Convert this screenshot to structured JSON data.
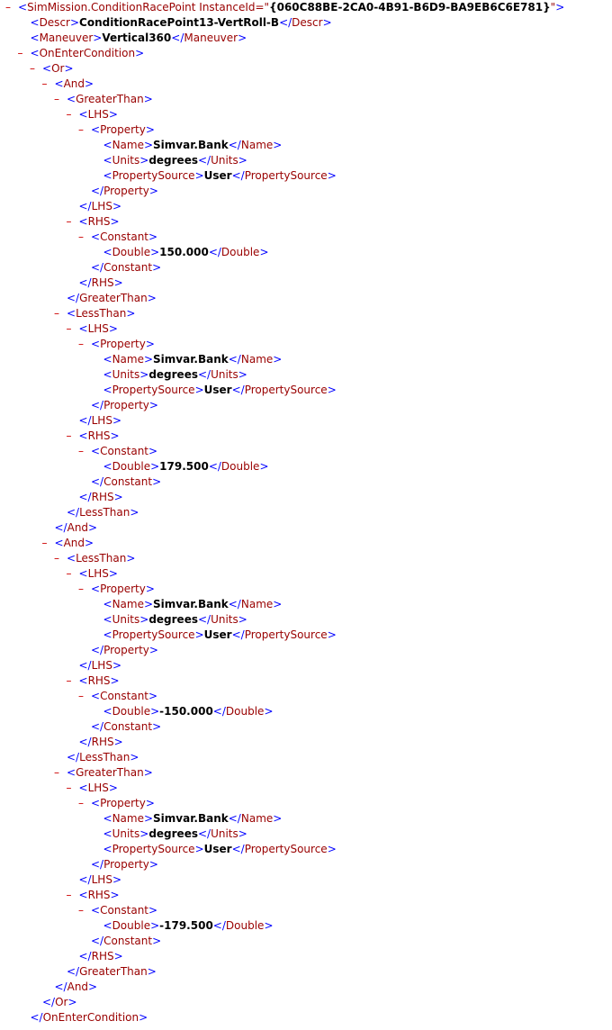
{
  "collapse_symbol": "–",
  "lines": [
    {
      "i": 0,
      "t": 1,
      "p": [
        [
          "b",
          "<"
        ],
        [
          "g",
          "SimMission.ConditionRacePoint"
        ],
        [
          "a",
          " InstanceId=\""
        ],
        [
          "v",
          "{060C88BE-2CA0-4B91-B6D9-BA9EB6C6E781}"
        ],
        [
          "a",
          "\""
        ],
        [
          "b",
          ">"
        ]
      ]
    },
    {
      "i": 1,
      "t": 0,
      "p": [
        [
          "b",
          "<"
        ],
        [
          "g",
          "Descr"
        ],
        [
          "b",
          ">"
        ],
        [
          "x",
          "ConditionRacePoint13-VertRoll-B"
        ],
        [
          "b",
          "</"
        ],
        [
          "g",
          "Descr"
        ],
        [
          "b",
          ">"
        ]
      ]
    },
    {
      "i": 1,
      "t": 0,
      "p": [
        [
          "b",
          "<"
        ],
        [
          "g",
          "Maneuver"
        ],
        [
          "b",
          ">"
        ],
        [
          "x",
          "Vertical360"
        ],
        [
          "b",
          "</"
        ],
        [
          "g",
          "Maneuver"
        ],
        [
          "b",
          ">"
        ]
      ]
    },
    {
      "i": 1,
      "t": 1,
      "p": [
        [
          "b",
          "<"
        ],
        [
          "g",
          "OnEnterCondition"
        ],
        [
          "b",
          ">"
        ]
      ]
    },
    {
      "i": 2,
      "t": 1,
      "p": [
        [
          "b",
          "<"
        ],
        [
          "g",
          "Or"
        ],
        [
          "b",
          ">"
        ]
      ]
    },
    {
      "i": 3,
      "t": 1,
      "p": [
        [
          "b",
          "<"
        ],
        [
          "g",
          "And"
        ],
        [
          "b",
          ">"
        ]
      ]
    },
    {
      "i": 4,
      "t": 1,
      "p": [
        [
          "b",
          "<"
        ],
        [
          "g",
          "GreaterThan"
        ],
        [
          "b",
          ">"
        ]
      ]
    },
    {
      "i": 5,
      "t": 1,
      "p": [
        [
          "b",
          "<"
        ],
        [
          "g",
          "LHS"
        ],
        [
          "b",
          ">"
        ]
      ]
    },
    {
      "i": 6,
      "t": 1,
      "p": [
        [
          "b",
          "<"
        ],
        [
          "g",
          "Property"
        ],
        [
          "b",
          ">"
        ]
      ]
    },
    {
      "i": 7,
      "t": 0,
      "p": [
        [
          "b",
          "<"
        ],
        [
          "g",
          "Name"
        ],
        [
          "b",
          ">"
        ],
        [
          "x",
          "Simvar.Bank"
        ],
        [
          "b",
          "</"
        ],
        [
          "g",
          "Name"
        ],
        [
          "b",
          ">"
        ]
      ]
    },
    {
      "i": 7,
      "t": 0,
      "p": [
        [
          "b",
          "<"
        ],
        [
          "g",
          "Units"
        ],
        [
          "b",
          ">"
        ],
        [
          "x",
          "degrees"
        ],
        [
          "b",
          "</"
        ],
        [
          "g",
          "Units"
        ],
        [
          "b",
          ">"
        ]
      ]
    },
    {
      "i": 7,
      "t": 0,
      "p": [
        [
          "b",
          "<"
        ],
        [
          "g",
          "PropertySource"
        ],
        [
          "b",
          ">"
        ],
        [
          "x",
          "User"
        ],
        [
          "b",
          "</"
        ],
        [
          "g",
          "PropertySource"
        ],
        [
          "b",
          ">"
        ]
      ]
    },
    {
      "i": 6,
      "t": 0,
      "p": [
        [
          "b",
          "</"
        ],
        [
          "g",
          "Property"
        ],
        [
          "b",
          ">"
        ]
      ]
    },
    {
      "i": 5,
      "t": 0,
      "p": [
        [
          "b",
          "</"
        ],
        [
          "g",
          "LHS"
        ],
        [
          "b",
          ">"
        ]
      ]
    },
    {
      "i": 5,
      "t": 1,
      "p": [
        [
          "b",
          "<"
        ],
        [
          "g",
          "RHS"
        ],
        [
          "b",
          ">"
        ]
      ]
    },
    {
      "i": 6,
      "t": 1,
      "p": [
        [
          "b",
          "<"
        ],
        [
          "g",
          "Constant"
        ],
        [
          "b",
          ">"
        ]
      ]
    },
    {
      "i": 7,
      "t": 0,
      "p": [
        [
          "b",
          "<"
        ],
        [
          "g",
          "Double"
        ],
        [
          "b",
          ">"
        ],
        [
          "x",
          "150.000"
        ],
        [
          "b",
          "</"
        ],
        [
          "g",
          "Double"
        ],
        [
          "b",
          ">"
        ]
      ]
    },
    {
      "i": 6,
      "t": 0,
      "p": [
        [
          "b",
          "</"
        ],
        [
          "g",
          "Constant"
        ],
        [
          "b",
          ">"
        ]
      ]
    },
    {
      "i": 5,
      "t": 0,
      "p": [
        [
          "b",
          "</"
        ],
        [
          "g",
          "RHS"
        ],
        [
          "b",
          ">"
        ]
      ]
    },
    {
      "i": 4,
      "t": 0,
      "p": [
        [
          "b",
          "</"
        ],
        [
          "g",
          "GreaterThan"
        ],
        [
          "b",
          ">"
        ]
      ]
    },
    {
      "i": 4,
      "t": 1,
      "p": [
        [
          "b",
          "<"
        ],
        [
          "g",
          "LessThan"
        ],
        [
          "b",
          ">"
        ]
      ]
    },
    {
      "i": 5,
      "t": 1,
      "p": [
        [
          "b",
          "<"
        ],
        [
          "g",
          "LHS"
        ],
        [
          "b",
          ">"
        ]
      ]
    },
    {
      "i": 6,
      "t": 1,
      "p": [
        [
          "b",
          "<"
        ],
        [
          "g",
          "Property"
        ],
        [
          "b",
          ">"
        ]
      ]
    },
    {
      "i": 7,
      "t": 0,
      "p": [
        [
          "b",
          "<"
        ],
        [
          "g",
          "Name"
        ],
        [
          "b",
          ">"
        ],
        [
          "x",
          "Simvar.Bank"
        ],
        [
          "b",
          "</"
        ],
        [
          "g",
          "Name"
        ],
        [
          "b",
          ">"
        ]
      ]
    },
    {
      "i": 7,
      "t": 0,
      "p": [
        [
          "b",
          "<"
        ],
        [
          "g",
          "Units"
        ],
        [
          "b",
          ">"
        ],
        [
          "x",
          "degrees"
        ],
        [
          "b",
          "</"
        ],
        [
          "g",
          "Units"
        ],
        [
          "b",
          ">"
        ]
      ]
    },
    {
      "i": 7,
      "t": 0,
      "p": [
        [
          "b",
          "<"
        ],
        [
          "g",
          "PropertySource"
        ],
        [
          "b",
          ">"
        ],
        [
          "x",
          "User"
        ],
        [
          "b",
          "</"
        ],
        [
          "g",
          "PropertySource"
        ],
        [
          "b",
          ">"
        ]
      ]
    },
    {
      "i": 6,
      "t": 0,
      "p": [
        [
          "b",
          "</"
        ],
        [
          "g",
          "Property"
        ],
        [
          "b",
          ">"
        ]
      ]
    },
    {
      "i": 5,
      "t": 0,
      "p": [
        [
          "b",
          "</"
        ],
        [
          "g",
          "LHS"
        ],
        [
          "b",
          ">"
        ]
      ]
    },
    {
      "i": 5,
      "t": 1,
      "p": [
        [
          "b",
          "<"
        ],
        [
          "g",
          "RHS"
        ],
        [
          "b",
          ">"
        ]
      ]
    },
    {
      "i": 6,
      "t": 1,
      "p": [
        [
          "b",
          "<"
        ],
        [
          "g",
          "Constant"
        ],
        [
          "b",
          ">"
        ]
      ]
    },
    {
      "i": 7,
      "t": 0,
      "p": [
        [
          "b",
          "<"
        ],
        [
          "g",
          "Double"
        ],
        [
          "b",
          ">"
        ],
        [
          "x",
          "179.500"
        ],
        [
          "b",
          "</"
        ],
        [
          "g",
          "Double"
        ],
        [
          "b",
          ">"
        ]
      ]
    },
    {
      "i": 6,
      "t": 0,
      "p": [
        [
          "b",
          "</"
        ],
        [
          "g",
          "Constant"
        ],
        [
          "b",
          ">"
        ]
      ]
    },
    {
      "i": 5,
      "t": 0,
      "p": [
        [
          "b",
          "</"
        ],
        [
          "g",
          "RHS"
        ],
        [
          "b",
          ">"
        ]
      ]
    },
    {
      "i": 4,
      "t": 0,
      "p": [
        [
          "b",
          "</"
        ],
        [
          "g",
          "LessThan"
        ],
        [
          "b",
          ">"
        ]
      ]
    },
    {
      "i": 3,
      "t": 0,
      "p": [
        [
          "b",
          "</"
        ],
        [
          "g",
          "And"
        ],
        [
          "b",
          ">"
        ]
      ]
    },
    {
      "i": 3,
      "t": 1,
      "p": [
        [
          "b",
          "<"
        ],
        [
          "g",
          "And"
        ],
        [
          "b",
          ">"
        ]
      ]
    },
    {
      "i": 4,
      "t": 1,
      "p": [
        [
          "b",
          "<"
        ],
        [
          "g",
          "LessThan"
        ],
        [
          "b",
          ">"
        ]
      ]
    },
    {
      "i": 5,
      "t": 1,
      "p": [
        [
          "b",
          "<"
        ],
        [
          "g",
          "LHS"
        ],
        [
          "b",
          ">"
        ]
      ]
    },
    {
      "i": 6,
      "t": 1,
      "p": [
        [
          "b",
          "<"
        ],
        [
          "g",
          "Property"
        ],
        [
          "b",
          ">"
        ]
      ]
    },
    {
      "i": 7,
      "t": 0,
      "p": [
        [
          "b",
          "<"
        ],
        [
          "g",
          "Name"
        ],
        [
          "b",
          ">"
        ],
        [
          "x",
          "Simvar.Bank"
        ],
        [
          "b",
          "</"
        ],
        [
          "g",
          "Name"
        ],
        [
          "b",
          ">"
        ]
      ]
    },
    {
      "i": 7,
      "t": 0,
      "p": [
        [
          "b",
          "<"
        ],
        [
          "g",
          "Units"
        ],
        [
          "b",
          ">"
        ],
        [
          "x",
          "degrees"
        ],
        [
          "b",
          "</"
        ],
        [
          "g",
          "Units"
        ],
        [
          "b",
          ">"
        ]
      ]
    },
    {
      "i": 7,
      "t": 0,
      "p": [
        [
          "b",
          "<"
        ],
        [
          "g",
          "PropertySource"
        ],
        [
          "b",
          ">"
        ],
        [
          "x",
          "User"
        ],
        [
          "b",
          "</"
        ],
        [
          "g",
          "PropertySource"
        ],
        [
          "b",
          ">"
        ]
      ]
    },
    {
      "i": 6,
      "t": 0,
      "p": [
        [
          "b",
          "</"
        ],
        [
          "g",
          "Property"
        ],
        [
          "b",
          ">"
        ]
      ]
    },
    {
      "i": 5,
      "t": 0,
      "p": [
        [
          "b",
          "</"
        ],
        [
          "g",
          "LHS"
        ],
        [
          "b",
          ">"
        ]
      ]
    },
    {
      "i": 5,
      "t": 1,
      "p": [
        [
          "b",
          "<"
        ],
        [
          "g",
          "RHS"
        ],
        [
          "b",
          ">"
        ]
      ]
    },
    {
      "i": 6,
      "t": 1,
      "p": [
        [
          "b",
          "<"
        ],
        [
          "g",
          "Constant"
        ],
        [
          "b",
          ">"
        ]
      ]
    },
    {
      "i": 7,
      "t": 0,
      "p": [
        [
          "b",
          "<"
        ],
        [
          "g",
          "Double"
        ],
        [
          "b",
          ">"
        ],
        [
          "x",
          "-150.000"
        ],
        [
          "b",
          "</"
        ],
        [
          "g",
          "Double"
        ],
        [
          "b",
          ">"
        ]
      ]
    },
    {
      "i": 6,
      "t": 0,
      "p": [
        [
          "b",
          "</"
        ],
        [
          "g",
          "Constant"
        ],
        [
          "b",
          ">"
        ]
      ]
    },
    {
      "i": 5,
      "t": 0,
      "p": [
        [
          "b",
          "</"
        ],
        [
          "g",
          "RHS"
        ],
        [
          "b",
          ">"
        ]
      ]
    },
    {
      "i": 4,
      "t": 0,
      "p": [
        [
          "b",
          "</"
        ],
        [
          "g",
          "LessThan"
        ],
        [
          "b",
          ">"
        ]
      ]
    },
    {
      "i": 4,
      "t": 1,
      "p": [
        [
          "b",
          "<"
        ],
        [
          "g",
          "GreaterThan"
        ],
        [
          "b",
          ">"
        ]
      ]
    },
    {
      "i": 5,
      "t": 1,
      "p": [
        [
          "b",
          "<"
        ],
        [
          "g",
          "LHS"
        ],
        [
          "b",
          ">"
        ]
      ]
    },
    {
      "i": 6,
      "t": 1,
      "p": [
        [
          "b",
          "<"
        ],
        [
          "g",
          "Property"
        ],
        [
          "b",
          ">"
        ]
      ]
    },
    {
      "i": 7,
      "t": 0,
      "p": [
        [
          "b",
          "<"
        ],
        [
          "g",
          "Name"
        ],
        [
          "b",
          ">"
        ],
        [
          "x",
          "Simvar.Bank"
        ],
        [
          "b",
          "</"
        ],
        [
          "g",
          "Name"
        ],
        [
          "b",
          ">"
        ]
      ]
    },
    {
      "i": 7,
      "t": 0,
      "p": [
        [
          "b",
          "<"
        ],
        [
          "g",
          "Units"
        ],
        [
          "b",
          ">"
        ],
        [
          "x",
          "degrees"
        ],
        [
          "b",
          "</"
        ],
        [
          "g",
          "Units"
        ],
        [
          "b",
          ">"
        ]
      ]
    },
    {
      "i": 7,
      "t": 0,
      "p": [
        [
          "b",
          "<"
        ],
        [
          "g",
          "PropertySource"
        ],
        [
          "b",
          ">"
        ],
        [
          "x",
          "User"
        ],
        [
          "b",
          "</"
        ],
        [
          "g",
          "PropertySource"
        ],
        [
          "b",
          ">"
        ]
      ]
    },
    {
      "i": 6,
      "t": 0,
      "p": [
        [
          "b",
          "</"
        ],
        [
          "g",
          "Property"
        ],
        [
          "b",
          ">"
        ]
      ]
    },
    {
      "i": 5,
      "t": 0,
      "p": [
        [
          "b",
          "</"
        ],
        [
          "g",
          "LHS"
        ],
        [
          "b",
          ">"
        ]
      ]
    },
    {
      "i": 5,
      "t": 1,
      "p": [
        [
          "b",
          "<"
        ],
        [
          "g",
          "RHS"
        ],
        [
          "b",
          ">"
        ]
      ]
    },
    {
      "i": 6,
      "t": 1,
      "p": [
        [
          "b",
          "<"
        ],
        [
          "g",
          "Constant"
        ],
        [
          "b",
          ">"
        ]
      ]
    },
    {
      "i": 7,
      "t": 0,
      "p": [
        [
          "b",
          "<"
        ],
        [
          "g",
          "Double"
        ],
        [
          "b",
          ">"
        ],
        [
          "x",
          "-179.500"
        ],
        [
          "b",
          "</"
        ],
        [
          "g",
          "Double"
        ],
        [
          "b",
          ">"
        ]
      ]
    },
    {
      "i": 6,
      "t": 0,
      "p": [
        [
          "b",
          "</"
        ],
        [
          "g",
          "Constant"
        ],
        [
          "b",
          ">"
        ]
      ]
    },
    {
      "i": 5,
      "t": 0,
      "p": [
        [
          "b",
          "</"
        ],
        [
          "g",
          "RHS"
        ],
        [
          "b",
          ">"
        ]
      ]
    },
    {
      "i": 4,
      "t": 0,
      "p": [
        [
          "b",
          "</"
        ],
        [
          "g",
          "GreaterThan"
        ],
        [
          "b",
          ">"
        ]
      ]
    },
    {
      "i": 3,
      "t": 0,
      "p": [
        [
          "b",
          "</"
        ],
        [
          "g",
          "And"
        ],
        [
          "b",
          ">"
        ]
      ]
    },
    {
      "i": 2,
      "t": 0,
      "p": [
        [
          "b",
          "</"
        ],
        [
          "g",
          "Or"
        ],
        [
          "b",
          ">"
        ]
      ]
    },
    {
      "i": 1,
      "t": 0,
      "p": [
        [
          "b",
          "</"
        ],
        [
          "g",
          "OnEnterCondition"
        ],
        [
          "b",
          ">"
        ]
      ]
    }
  ]
}
